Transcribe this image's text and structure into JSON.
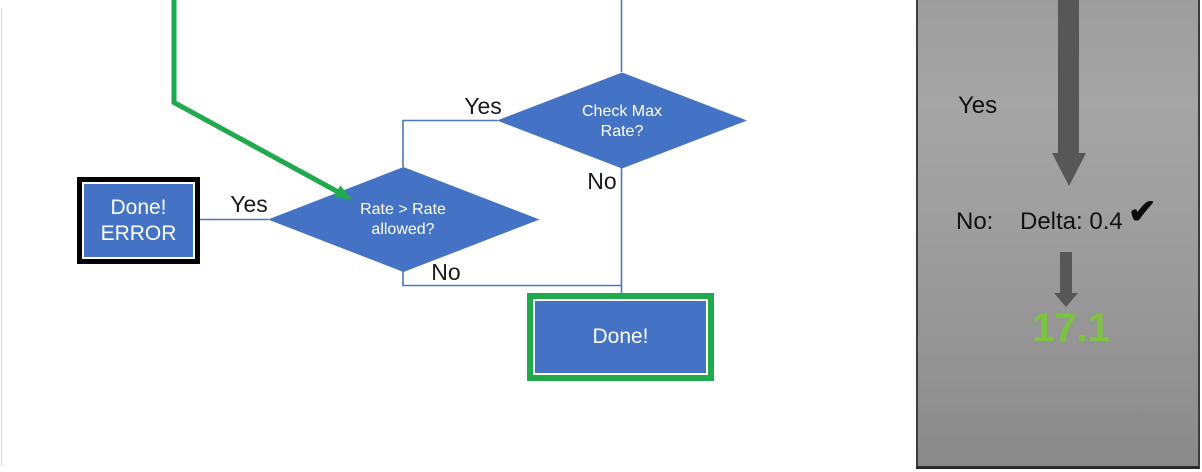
{
  "flowchart": {
    "decision_check_max": {
      "line1": "Check Max",
      "line2": "Rate?",
      "yes_label": "Yes",
      "no_label": "No"
    },
    "decision_rate_allowed": {
      "line1": "Rate > Rate",
      "line2": "allowed?",
      "yes_label": "Yes",
      "no_label": "No"
    },
    "error_box": {
      "line1": "Done!",
      "line2": "ERROR"
    },
    "done_box": {
      "label": "Done!"
    }
  },
  "side_panel": {
    "yes_label": "Yes",
    "no_label": "No:",
    "delta_text": "Delta: 0.4",
    "checkmark": "✔",
    "result_value": "17.1"
  },
  "colors": {
    "shape_blue": "#4472C4",
    "connector_blue": "#4d76bd",
    "accent_green": "#21AA4D",
    "result_green": "#7CC43E",
    "arrow_gray": "#575757",
    "panel_gray": "#9c9c9c"
  }
}
